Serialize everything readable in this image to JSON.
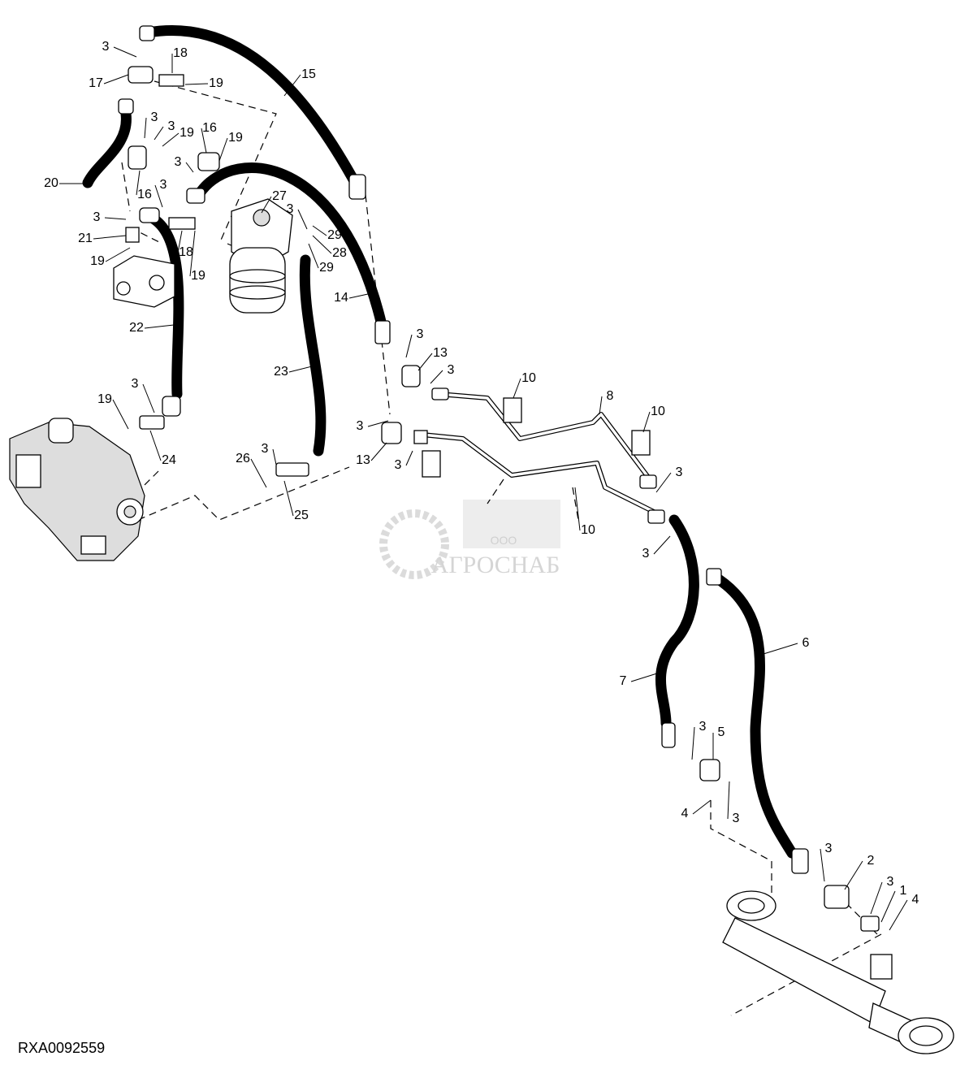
{
  "diagram_id": "RXA0092559",
  "watermark": {
    "company": "АГРОСНАБ",
    "prefix": "ООО"
  },
  "callouts": [
    "3",
    "18",
    "17",
    "19",
    "15",
    "3",
    "3",
    "19",
    "16",
    "19",
    "3",
    "20",
    "16",
    "3",
    "27",
    "3",
    "3",
    "29",
    "21",
    "28",
    "18",
    "29",
    "19",
    "19",
    "14",
    "22",
    "3",
    "13",
    "3",
    "23",
    "10",
    "3",
    "8",
    "19",
    "10",
    "3",
    "3",
    "26",
    "13",
    "24",
    "3",
    "3",
    "25",
    "10",
    "3",
    "6",
    "7",
    "3",
    "5",
    "4",
    "3",
    "3",
    "2",
    "3",
    "1",
    "4"
  ]
}
